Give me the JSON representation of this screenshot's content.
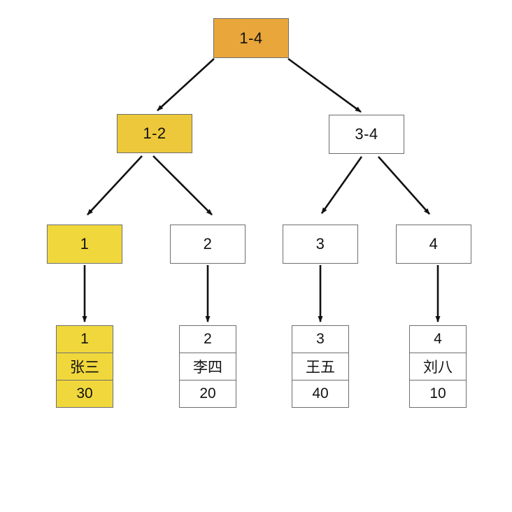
{
  "colors": {
    "root_fill": "#E9A63B",
    "mid_fill": "#EDC83B",
    "leaf_fill": "#F0D83C",
    "plain_fill": "#FFFFFF",
    "border": "#6E6E6E",
    "arrow": "#111111",
    "background": "#FFFFFF",
    "text": "#111111"
  },
  "tree": {
    "nodes": [
      {
        "id": "1-4",
        "label": "1-4",
        "level": 1,
        "highlighted": true
      },
      {
        "id": "1-2",
        "label": "1-2",
        "level": 2,
        "highlighted": true
      },
      {
        "id": "3-4",
        "label": "3-4",
        "level": 2,
        "highlighted": false
      },
      {
        "id": "1",
        "label": "1",
        "level": 3,
        "highlighted": true
      },
      {
        "id": "2",
        "label": "2",
        "level": 3,
        "highlighted": false
      },
      {
        "id": "3",
        "label": "3",
        "level": 3,
        "highlighted": false
      },
      {
        "id": "4",
        "label": "4",
        "level": 3,
        "highlighted": false
      }
    ],
    "edges": [
      {
        "from": "1-4",
        "to": "1-2"
      },
      {
        "from": "1-4",
        "to": "3-4"
      },
      {
        "from": "1-2",
        "to": "1"
      },
      {
        "from": "1-2",
        "to": "2"
      },
      {
        "from": "3-4",
        "to": "3"
      },
      {
        "from": "3-4",
        "to": "4"
      },
      {
        "from": "1",
        "to": "record-1"
      },
      {
        "from": "2",
        "to": "record-2"
      },
      {
        "from": "3",
        "to": "record-3"
      },
      {
        "from": "4",
        "to": "record-4"
      }
    ]
  },
  "records": [
    {
      "id": "record-1",
      "highlighted": true,
      "rows": [
        "1",
        "张三",
        "30"
      ]
    },
    {
      "id": "record-2",
      "highlighted": false,
      "rows": [
        "2",
        "李四",
        "20"
      ]
    },
    {
      "id": "record-3",
      "highlighted": false,
      "rows": [
        "3",
        "王五",
        "40"
      ]
    },
    {
      "id": "record-4",
      "highlighted": false,
      "rows": [
        "4",
        "刘八",
        "10"
      ]
    }
  ]
}
